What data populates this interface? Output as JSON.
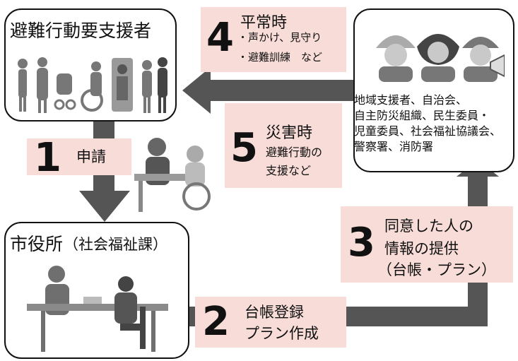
{
  "boxes": {
    "persons": {
      "title": "避難行動要支援者"
    },
    "city": {
      "title": "市役所",
      "subtitle": "（社会福祉課）"
    },
    "supporters": {
      "lines": [
        "地域支援者、自治会、",
        "自主防災組織、民生委員・",
        "児童委員、社会福祉協議会、",
        "警察署、消防署"
      ]
    }
  },
  "steps": {
    "s1": {
      "number": "1",
      "label": "申請"
    },
    "s2": {
      "number": "2",
      "lines": [
        "台帳登録",
        "プラン作成"
      ]
    },
    "s3": {
      "number": "3",
      "lines": [
        "同意した人の",
        "情報の提供",
        "（台帳・プラン）"
      ]
    },
    "s4": {
      "number": "4",
      "heading": "平常時",
      "items": [
        "・声かけ、見守り",
        "・避難訓練　など"
      ]
    },
    "s5": {
      "number": "5",
      "heading": "災害時",
      "lines": [
        "避難行動の",
        "支援など"
      ]
    }
  },
  "colors": {
    "label_bg": "#f7dcd7",
    "arrow": "#555555",
    "border": "#111111"
  }
}
